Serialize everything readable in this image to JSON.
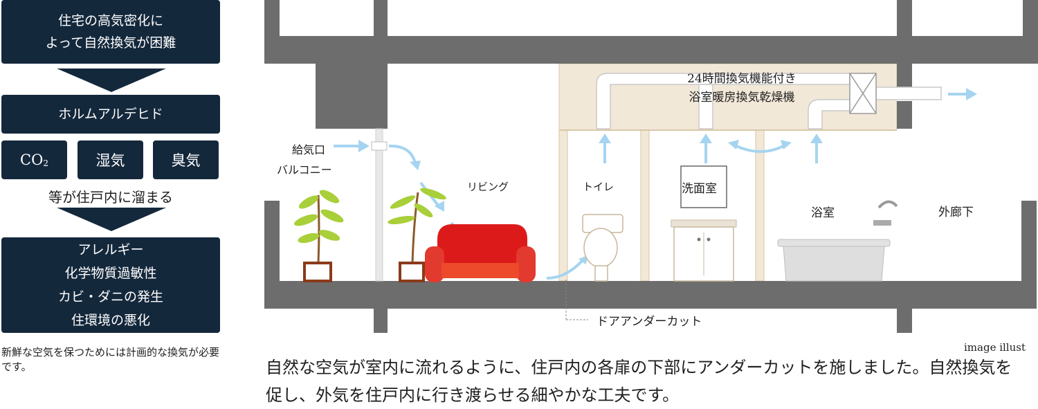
{
  "flow": {
    "box1": {
      "line1": "住宅の高気密化に",
      "line2": "よって自然換気が困難"
    },
    "box2": "ホルムアルデヒド",
    "small": {
      "co2_main": "CO",
      "co2_sub": "2",
      "humidity": "湿気",
      "odor": "臭気"
    },
    "accumulate": "等が住戸内に溜まる",
    "box3": {
      "line1": "アレルギー",
      "line2": "化学物質過敏性",
      "line3": "カビ・ダニの発生",
      "line4": "住環境の悪化"
    },
    "note": "新鮮な空気を保つためには計画的な換気が必要です。"
  },
  "diagram": {
    "supply": "給気口",
    "balcony": "バルコニー",
    "living": "リビング",
    "toilet": "トイレ",
    "washroom": "洗面室",
    "bathroom": "浴室",
    "corridor": "外廊下",
    "fan_line1": "24時間換気機能付き",
    "fan_line2": "浴室暖房換気乾燥機",
    "undercut": "ドアアンダーカット",
    "image_note": "image illust"
  },
  "caption": "自然な空気が室内に流れるように、住戸内の各扉の下部にアンダーカットを施しました。自然換気を促し、外気を住戸内に行き渡らせる細やかな工夫です。",
  "colors": {
    "navy": "#14283c",
    "concrete": "#6d6d6d",
    "beige": "#f2e8d8",
    "arrow": "#a5d4f0",
    "sofa": "#dd1a1a"
  }
}
